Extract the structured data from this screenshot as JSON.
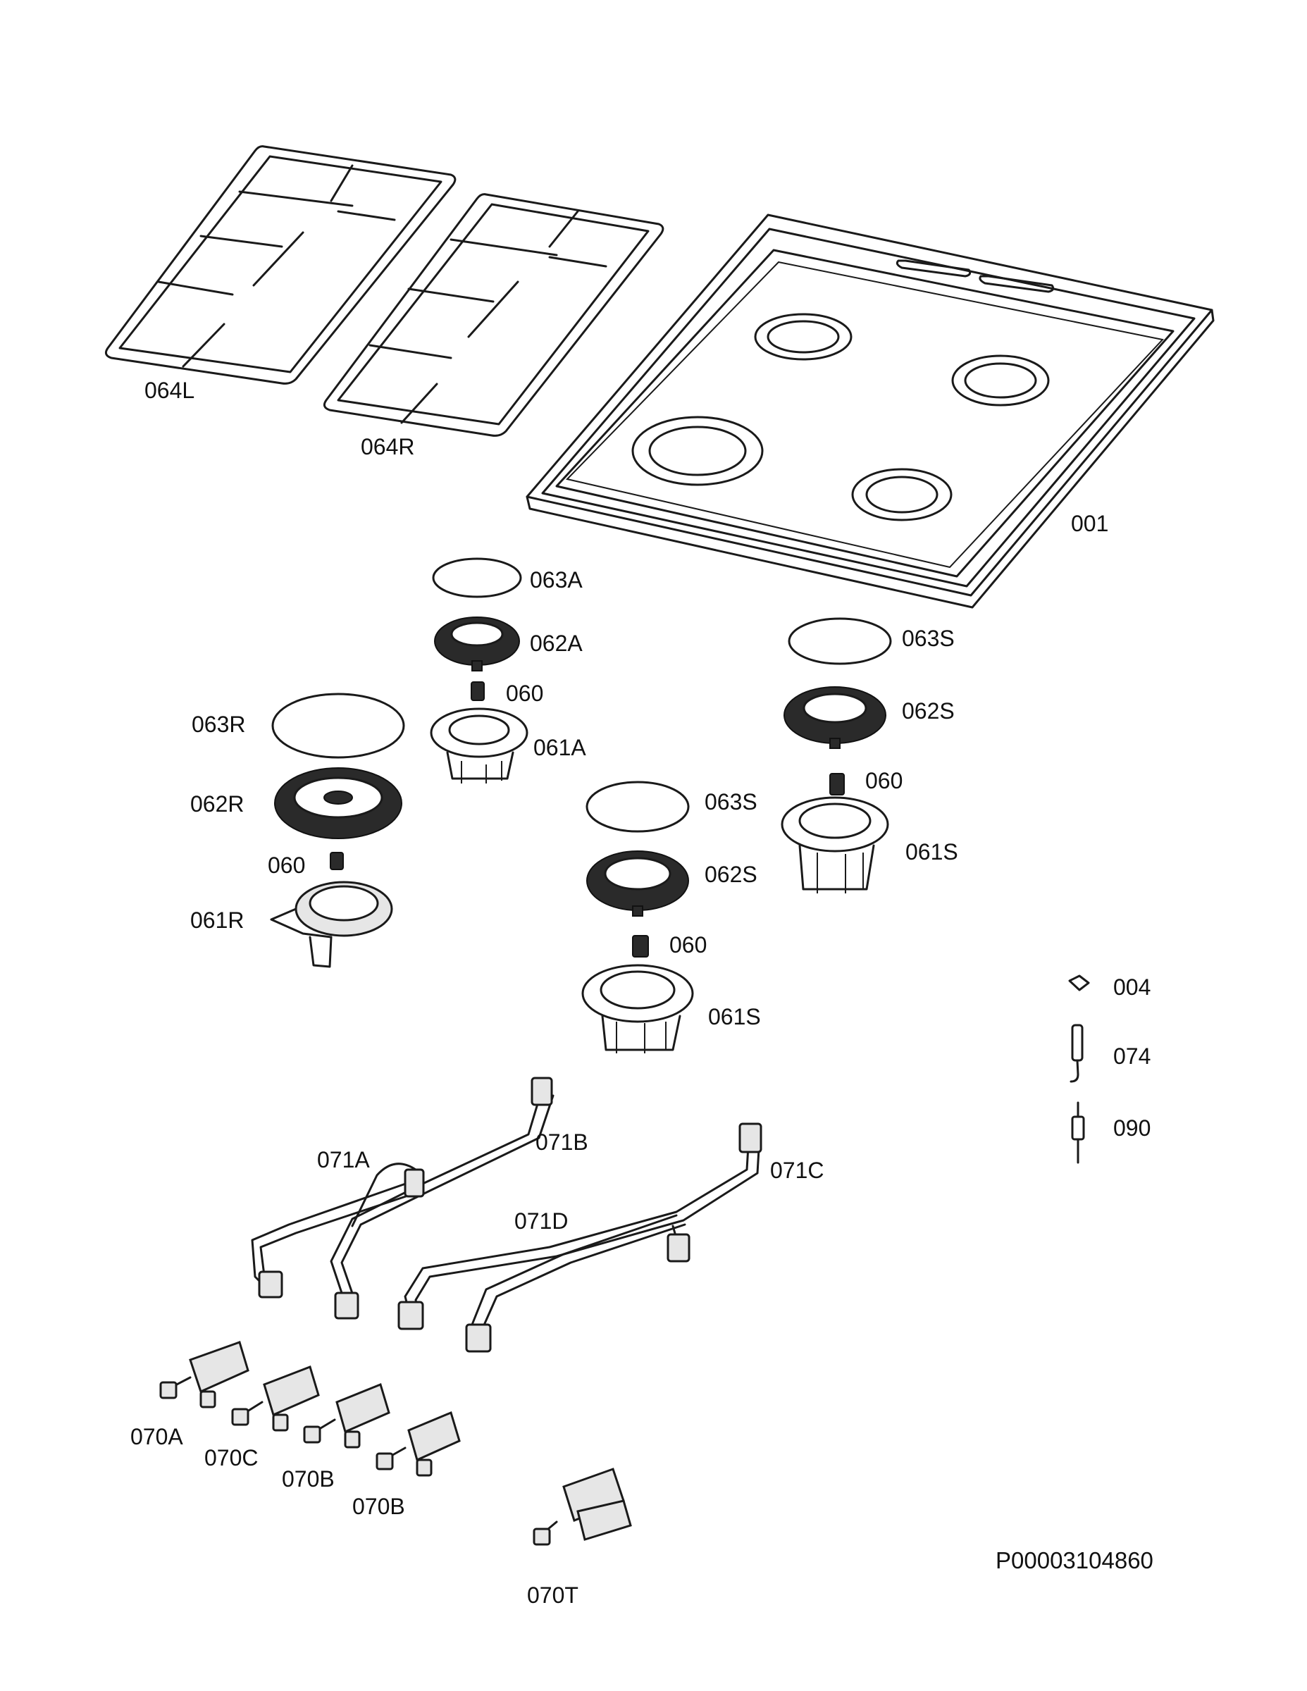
{
  "labels": {
    "p001": "001",
    "p004": "004",
    "p060a": "060",
    "p060b": "060",
    "p060c": "060",
    "p060d": "060",
    "p061a": "061A",
    "p061r": "061R",
    "p061s1": "061S",
    "p061s2": "061S",
    "p062a": "062A",
    "p062r": "062R",
    "p062s1": "062S",
    "p062s2": "062S",
    "p063a": "063A",
    "p063r": "063R",
    "p063s1": "063S",
    "p063s2": "063S",
    "p064l": "064L",
    "p064r": "064R",
    "p070a": "070A",
    "p070b1": "070B",
    "p070b2": "070B",
    "p070c": "070C",
    "p070t": "070T",
    "p071a": "071A",
    "p071b": "071B",
    "p071c": "071C",
    "p071d": "071D",
    "p074": "074",
    "p090": "090"
  },
  "document_id": "P00003104860"
}
